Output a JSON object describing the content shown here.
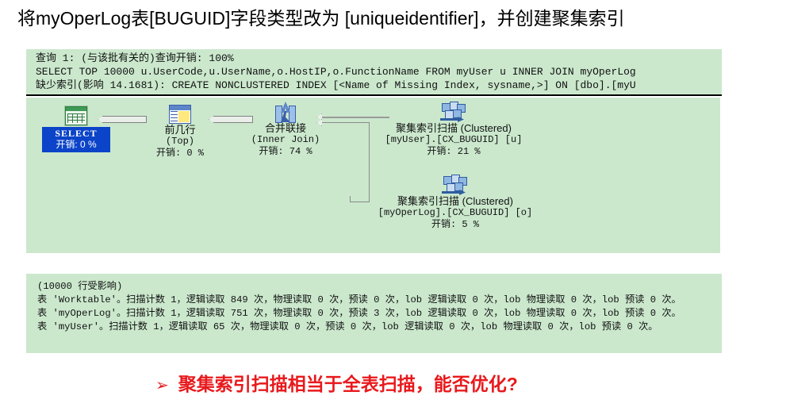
{
  "slide": {
    "title": "将myOperLog表[BUGUID]字段类型改为 [uniqueidentifier]，并创建聚集索引",
    "bottom_note": "聚集索引扫描相当于全表扫描，能否优化?",
    "bottom_bullet": "➢",
    "note_color": "#e8191c",
    "panel_bg": "#cbe8cd"
  },
  "query_text_panel": {
    "line_0": "查询 1: (与该批有关的)查询开销: 100%",
    "line_1": "SELECT TOP 10000 u.UserCode,u.UserName,o.HostIP,o.FunctionName FROM myUser u INNER JOIN myOperLog",
    "line_2": "缺少索引(影响 14.1681): CREATE NONCLUSTERED INDEX [<Name of Missing Index, sysname,>] ON [dbo].[myU",
    "missing_index_color": "#1f6b2e"
  },
  "plan": {
    "nodes": [
      {
        "id": "select",
        "icon": "result-grid-icon",
        "label": "SELECT",
        "cost": "开销: 0 %",
        "selected": true,
        "select_bg": "#0b44c8",
        "select_fg": "#ffffff"
      },
      {
        "id": "top",
        "icon": "top-operator-icon",
        "label": "前几行",
        "sub": "(Top)",
        "cost": "开销: 0 %"
      },
      {
        "id": "merge-join",
        "icon": "merge-join-icon",
        "label": "合并联接",
        "sub": "(Inner Join)",
        "cost": "开销: 74 %"
      },
      {
        "id": "clustered-index-scan-upper",
        "icon": "clustered-index-scan-icon",
        "label": "聚集索引扫描  (Clustered)",
        "sub": "[myUser].[CX_BUGUID] [u]",
        "cost": "开销: 21 %"
      },
      {
        "id": "clustered-index-scan-lower",
        "icon": "clustered-index-scan-icon",
        "label": "聚集索引扫描  (Clustered)",
        "sub": "[myOperLog].[CX_BUGUID] [o]",
        "cost": "开销: 5 %"
      }
    ]
  },
  "stats_panel": {
    "line_0": "(10000 行受影响)",
    "line_1": "表 'Worktable'。扫描计数 1，逻辑读取 849 次，物理读取 0 次，预读 0 次，lob 逻辑读取 0 次，lob 物理读取 0 次，lob 预读 0 次。",
    "line_2": "表 'myOperLog'。扫描计数 1，逻辑读取 751 次，物理读取 0 次，预读 3 次，lob 逻辑读取 0 次，lob 物理读取 0 次，lob 预读 0 次。",
    "line_3": "表 'myUser'。扫描计数 1，逻辑读取 65 次，物理读取 0 次，预读 0 次，lob 逻辑读取 0 次，lob 物理读取 0 次，lob 预读 0 次。"
  }
}
